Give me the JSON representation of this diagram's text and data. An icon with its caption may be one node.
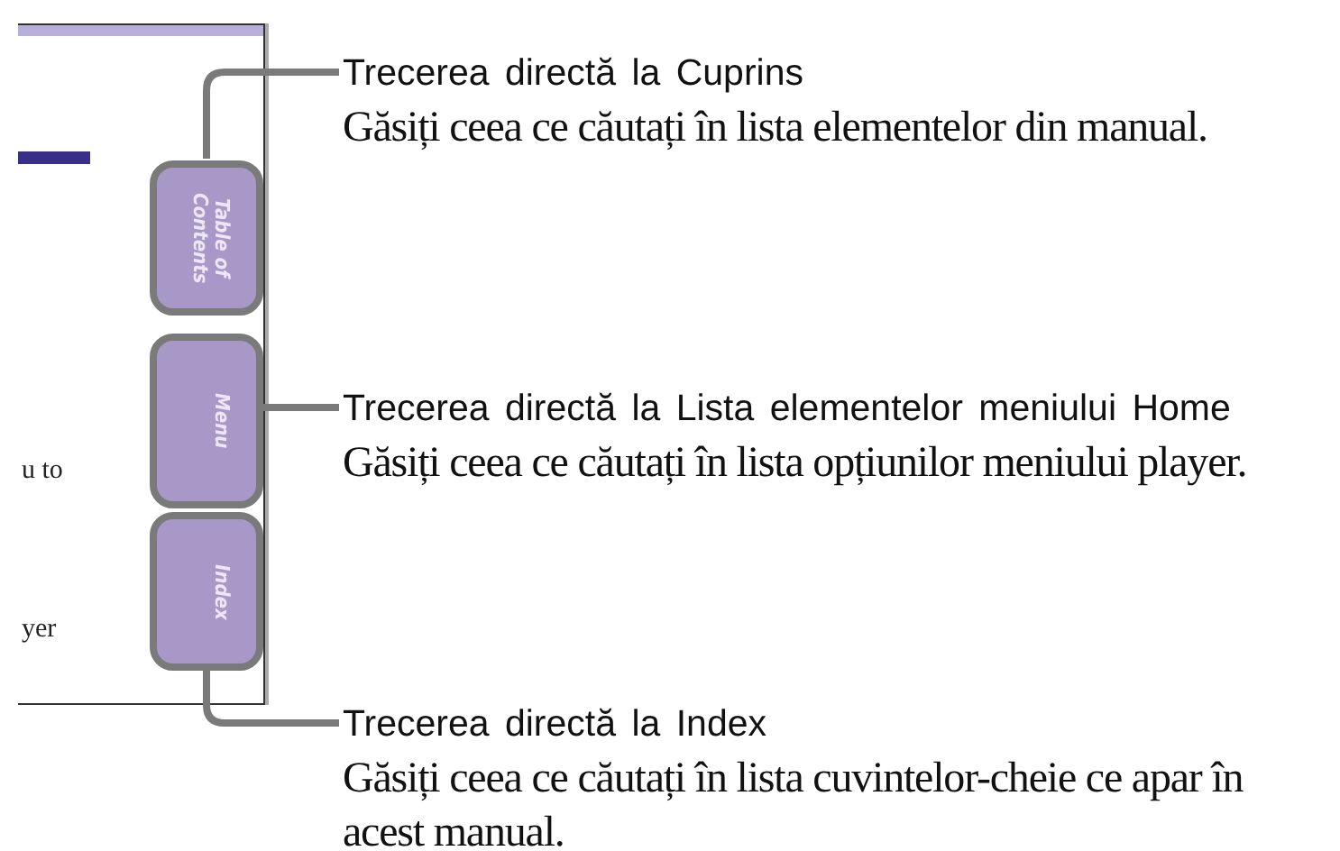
{
  "diagram": {
    "nodes": [
      {
        "text": [],
        "shape": "box"
      },
      {
        "text": [
          "Table of Contents"
        ],
        "in": 0
      },
      {
        "text": [
          "Menu"
        ],
        "in": 0
      },
      {
        "text": [
          "Index"
        ],
        "in": 0
      },
      {
        "text": [
          "Trecerea directă la Cuprins",
          "Găsiți ceea ce căutați în lista elementelor din manual."
        ]
      },
      {
        "text": [
          "Trecerea directă la Lista elementelor meniului Home",
          "Găsiți ceea ce căutați în lista opțiunilor meniului player."
        ]
      },
      {
        "text": [
          "Trecerea directă la Index",
          "Găsiți ceea ce căutați în lista cuvintelor-cheie ce apar în acest manual."
        ]
      }
    ],
    "edges": [
      {
        "from": 4,
        "to": 1,
        "arrow": "none"
      },
      {
        "from": 5,
        "to": 2,
        "arrow": "none"
      },
      {
        "from": 6,
        "to": 3,
        "arrow": "none"
      }
    ],
    "labels": [
      "u to",
      "yer"
    ]
  }
}
